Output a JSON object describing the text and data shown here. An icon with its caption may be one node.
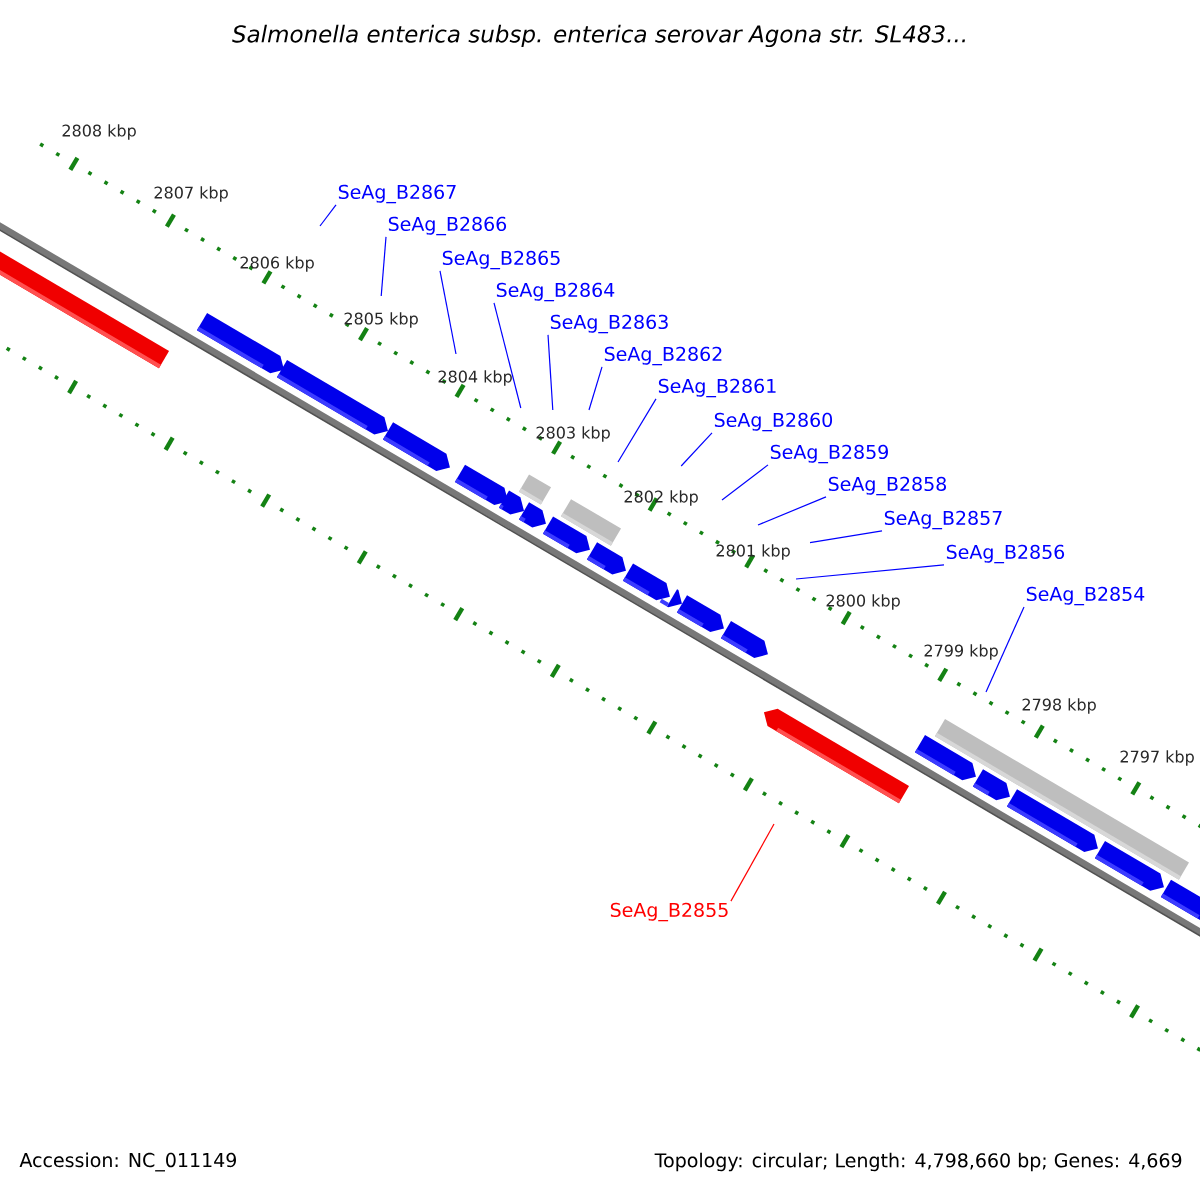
{
  "diagram": {
    "title": "Salmonella enterica subsp. enterica serovar Agona str. SL483...",
    "nodes": [
      {
        "text": [
          "SeAg_B2867"
        ]
      },
      {
        "text": [
          "SeAg_B2866"
        ]
      },
      {
        "text": [
          "SeAg_B2865"
        ]
      },
      {
        "text": [
          "SeAg_B2864"
        ]
      },
      {
        "text": [
          "SeAg_B2863"
        ]
      },
      {
        "text": [
          "SeAg_B2862"
        ]
      },
      {
        "text": [
          "SeAg_B2861"
        ]
      },
      {
        "text": [
          "SeAg_B2860"
        ]
      },
      {
        "text": [
          "SeAg_B2859"
        ]
      },
      {
        "text": [
          "SeAg_B2858"
        ]
      },
      {
        "text": [
          "SeAg_B2857"
        ]
      },
      {
        "text": [
          "SeAg_B2856"
        ]
      },
      {
        "text": [
          "SeAg_B2854"
        ]
      },
      {
        "text": [
          "SeAg_B2855"
        ]
      }
    ],
    "edges": [
      {
        "from": 0,
        "to": null,
        "arrow": "none"
      },
      {
        "from": 1,
        "to": null,
        "arrow": "none"
      },
      {
        "from": 2,
        "to": null,
        "arrow": "none"
      },
      {
        "from": 3,
        "to": null,
        "arrow": "none"
      },
      {
        "from": 4,
        "to": null,
        "arrow": "none"
      },
      {
        "from": 5,
        "to": null,
        "arrow": "none"
      },
      {
        "from": 6,
        "to": null,
        "arrow": "none"
      },
      {
        "from": 7,
        "to": null,
        "arrow": "none"
      },
      {
        "from": 8,
        "to": null,
        "arrow": "none"
      },
      {
        "from": 9,
        "to": null,
        "arrow": "none"
      },
      {
        "from": 10,
        "to": null,
        "arrow": "none"
      },
      {
        "from": 11,
        "to": null,
        "arrow": "none"
      },
      {
        "from": 12,
        "to": null,
        "arrow": "none"
      },
      {
        "from": 13,
        "to": null,
        "arrow": "none",
        "color": "#ff0000"
      }
    ],
    "labels": [
      "2808 kbp",
      "2807 kbp",
      "2806 kbp",
      "2805 kbp",
      "2804 kbp",
      "2803 kbp",
      "2802 kbp",
      "2801 kbp",
      "2800 kbp",
      "2799 kbp",
      "2798 kbp",
      "2797 kbp",
      "Accession: NC_011149",
      "Topology: circular; Length: 4,798,660 bp; Genes: 4,669"
    ]
  }
}
